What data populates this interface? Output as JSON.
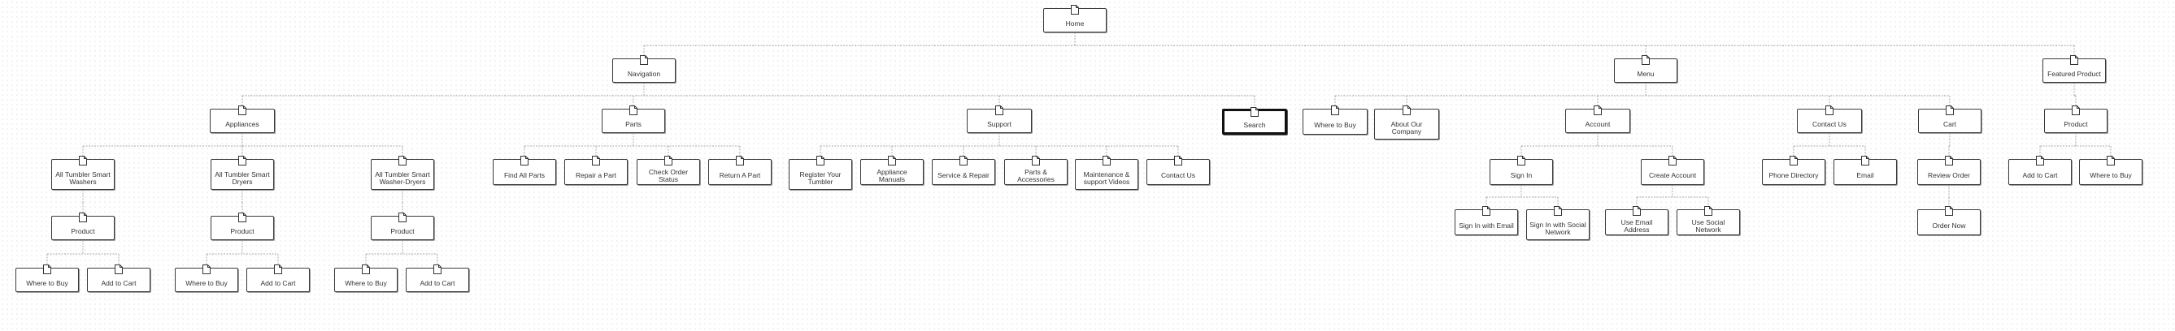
{
  "sitemap": {
    "nodes": [
      {
        "id": "home",
        "label": "Home",
        "level": 0,
        "parent": null
      },
      {
        "id": "navigation",
        "label": "Navigation",
        "level": 1,
        "parent": "home"
      },
      {
        "id": "menu",
        "label": "Menu",
        "level": 1,
        "parent": "home"
      },
      {
        "id": "featured-product",
        "label": "Featured Product",
        "level": 1,
        "parent": "home"
      },
      {
        "id": "appliances",
        "label": "Appliances",
        "level": 2,
        "parent": "navigation"
      },
      {
        "id": "parts",
        "label": "Parts",
        "level": 2,
        "parent": "navigation"
      },
      {
        "id": "support",
        "label": "Support",
        "level": 2,
        "parent": "navigation"
      },
      {
        "id": "search",
        "label": "Search",
        "level": 2,
        "parent": "navigation",
        "selected": true
      },
      {
        "id": "where-to-buy-menu",
        "label": "Where to Buy",
        "level": 2,
        "parent": "menu"
      },
      {
        "id": "about-our-company",
        "label": "About Our Company",
        "level": 2,
        "parent": "menu"
      },
      {
        "id": "account",
        "label": "Account",
        "level": 2,
        "parent": "menu"
      },
      {
        "id": "contact-us-menu",
        "label": "Contact Us",
        "level": 2,
        "parent": "menu"
      },
      {
        "id": "cart",
        "label": "Cart",
        "level": 2,
        "parent": "menu"
      },
      {
        "id": "product-featured",
        "label": "Product",
        "level": 2,
        "parent": "featured-product"
      },
      {
        "id": "washers",
        "label": "All Tumbler Smart Washers",
        "level": 3,
        "parent": "appliances"
      },
      {
        "id": "dryers",
        "label": "All Tumbler Smart Dryers",
        "level": 3,
        "parent": "appliances"
      },
      {
        "id": "washer-dryers",
        "label": "All Tumbler Smart Washer-Dryers",
        "level": 3,
        "parent": "appliances"
      },
      {
        "id": "find-all-parts",
        "label": "Find All Parts",
        "level": 3,
        "parent": "parts"
      },
      {
        "id": "repair-a-part",
        "label": "Repair a Part",
        "level": 3,
        "parent": "parts"
      },
      {
        "id": "check-order-status",
        "label": "Check Order Status",
        "level": 3,
        "parent": "parts"
      },
      {
        "id": "return-a-part",
        "label": "Return A Part",
        "level": 3,
        "parent": "parts"
      },
      {
        "id": "register-tumbler",
        "label": "Register Your Tumbler",
        "level": 3,
        "parent": "support"
      },
      {
        "id": "appliance-manuals",
        "label": "Appliance Manuals",
        "level": 3,
        "parent": "support"
      },
      {
        "id": "service-repair",
        "label": "Service & Repair",
        "level": 3,
        "parent": "support"
      },
      {
        "id": "parts-accessories",
        "label": "Parts & Accessories",
        "level": 3,
        "parent": "support"
      },
      {
        "id": "maintenance-videos",
        "label": "Maintenance & support Videos",
        "level": 3,
        "parent": "support"
      },
      {
        "id": "contact-us-support",
        "label": "Contact Us",
        "level": 3,
        "parent": "support"
      },
      {
        "id": "sign-in",
        "label": "Sign In",
        "level": 3,
        "parent": "account"
      },
      {
        "id": "create-account",
        "label": "Create Account",
        "level": 3,
        "parent": "account"
      },
      {
        "id": "phone-directory",
        "label": "Phone Directory",
        "level": 3,
        "parent": "contact-us-menu"
      },
      {
        "id": "email",
        "label": "Email",
        "level": 3,
        "parent": "contact-us-menu"
      },
      {
        "id": "review-order",
        "label": "Review Order",
        "level": 3,
        "parent": "cart"
      },
      {
        "id": "add-to-cart-featured",
        "label": "Add to Cart",
        "level": 3,
        "parent": "product-featured"
      },
      {
        "id": "where-to-buy-featured",
        "label": "Where to Buy",
        "level": 3,
        "parent": "product-featured"
      },
      {
        "id": "product-washers",
        "label": "Product",
        "level": 4,
        "parent": "washers"
      },
      {
        "id": "product-dryers",
        "label": "Product",
        "level": 4,
        "parent": "dryers"
      },
      {
        "id": "product-washer-dryers",
        "label": "Product",
        "level": 4,
        "parent": "washer-dryers"
      },
      {
        "id": "sign-in-email",
        "label": "Sign In with Email",
        "level": 4,
        "parent": "sign-in"
      },
      {
        "id": "sign-in-social",
        "label": "Sign In with Social Network",
        "level": 4,
        "parent": "sign-in"
      },
      {
        "id": "use-email-address",
        "label": "Use Email Address",
        "level": 4,
        "parent": "create-account"
      },
      {
        "id": "use-social-network",
        "label": "Use Social Network",
        "level": 4,
        "parent": "create-account"
      },
      {
        "id": "order-now",
        "label": "Order Now",
        "level": 4,
        "parent": "review-order"
      },
      {
        "id": "where-to-buy-washers",
        "label": "Where to Buy",
        "level": 5,
        "parent": "product-washers"
      },
      {
        "id": "add-to-cart-washers",
        "label": "Add to Cart",
        "level": 5,
        "parent": "product-washers"
      },
      {
        "id": "where-to-buy-dryers",
        "label": "Where to Buy",
        "level": 5,
        "parent": "product-dryers"
      },
      {
        "id": "add-to-cart-dryers",
        "label": "Add to Cart",
        "level": 5,
        "parent": "product-dryers"
      },
      {
        "id": "where-to-buy-washer-dryers",
        "label": "Where to Buy",
        "level": 5,
        "parent": "product-washer-dryers"
      },
      {
        "id": "add-to-cart-washer-dryers",
        "label": "Add to Cart",
        "level": 5,
        "parent": "product-washer-dryers"
      }
    ]
  }
}
